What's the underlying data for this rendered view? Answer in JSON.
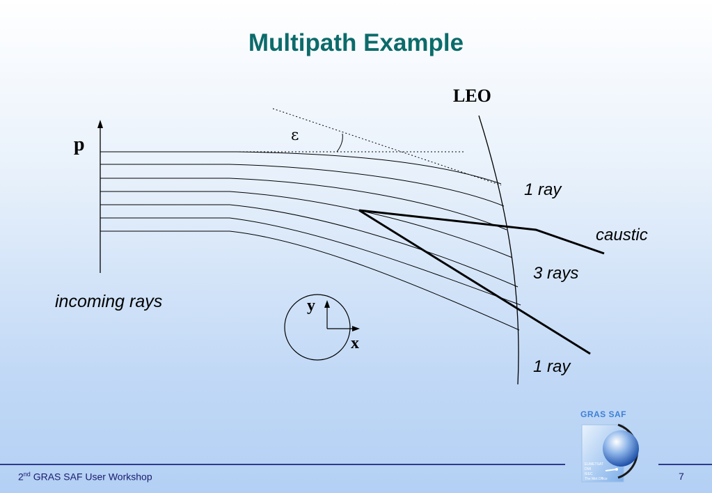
{
  "title": "Multipath Example",
  "labels": {
    "leo": "LEO",
    "p": "p",
    "epsilon": "ε",
    "one_ray_top": "1 ray",
    "caustic": "caustic",
    "three_rays": "3 rays",
    "one_ray_bottom": "1 ray",
    "incoming_rays": "incoming rays",
    "axis_y": "y",
    "axis_x": "x"
  },
  "footer": {
    "workshop_prefix": "2",
    "workshop_sup": "nd",
    "workshop_rest": " GRAS SAF User Workshop",
    "page_number": "7"
  },
  "logo": {
    "name": "GRAS SAF",
    "text_lines": [
      "EUMETSAT",
      "DMI",
      "IEEC",
      "The Met.Office"
    ]
  },
  "colors": {
    "title": "#0b6b6a",
    "footer_text": "#1a1a6e",
    "footer_line": "#2b3a8f",
    "logo_accent": "#3d7fd6"
  }
}
